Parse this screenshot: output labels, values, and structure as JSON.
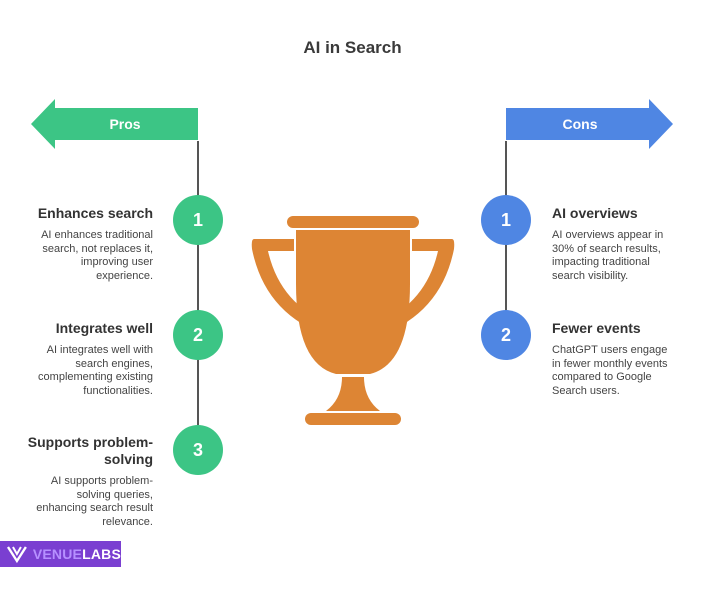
{
  "title": "AI in Search",
  "colors": {
    "pros": "#3cc585",
    "cons": "#4f86e3",
    "trophy": "#dd8534",
    "logo_bg": "#7a3fd1"
  },
  "pros": {
    "label": "Pros",
    "items": [
      {
        "number": "1",
        "title": "Enhances search",
        "desc": "AI enhances traditional search, not replaces it, improving user experience."
      },
      {
        "number": "2",
        "title": "Integrates well",
        "desc": "AI integrates well with search engines, complementing existing functionalities."
      },
      {
        "number": "3",
        "title": "Supports problem-solving",
        "desc": "AI supports problem-solving queries, enhancing search result relevance."
      }
    ]
  },
  "cons": {
    "label": "Cons",
    "items": [
      {
        "number": "1",
        "title": "AI overviews",
        "desc": "AI overviews appear in 30% of search results, impacting traditional search visibility."
      },
      {
        "number": "2",
        "title": "Fewer events",
        "desc": "ChatGPT users engage in fewer monthly events compared to Google Search users."
      }
    ]
  },
  "center_icon": "trophy-icon",
  "logo": {
    "part1": "VENUE",
    "part2": "LABS",
    "icon": "v-logo-icon"
  }
}
